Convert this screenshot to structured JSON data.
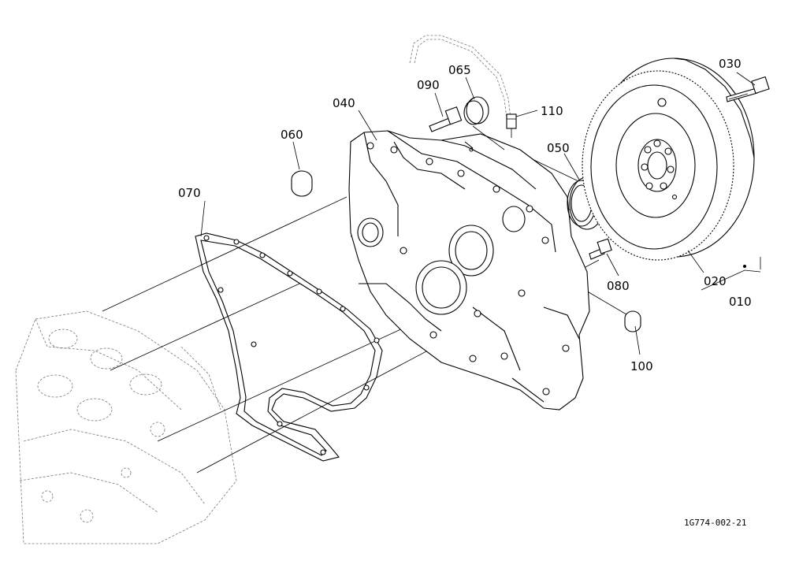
{
  "callouts": {
    "p010": "010",
    "p020": "020",
    "p030": "030",
    "p040": "040",
    "p050": "050",
    "p060": "060",
    "p065": "065",
    "p070": "070",
    "p080": "080",
    "p090": "090",
    "p100": "100",
    "p110": "110"
  },
  "drawing_code": "1G774-002-21"
}
